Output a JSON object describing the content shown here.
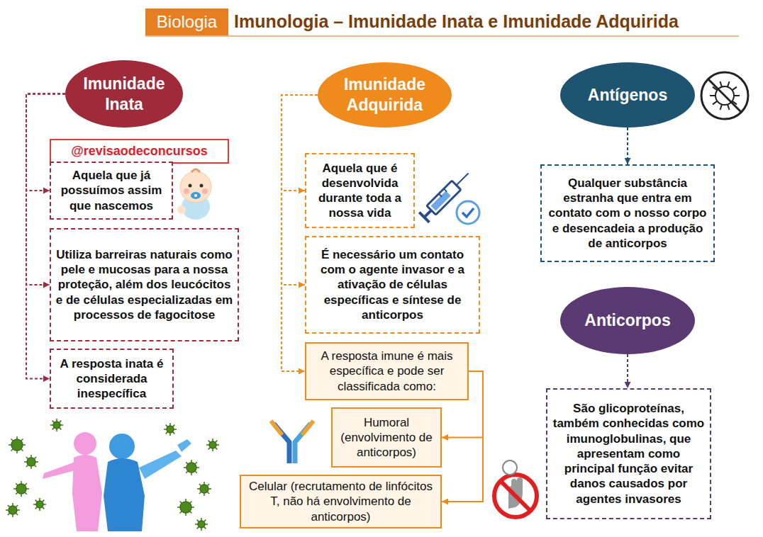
{
  "diagram": {
    "title": "Imunologia – Imunidade Inata e Imunidade Adquirida",
    "nodes": [
      {
        "text": [
          "Biologia"
        ]
      },
      {
        "text": [
          "Imunidade Inata"
        ]
      },
      {
        "text": [
          "@revisaodeconcursos"
        ]
      },
      {
        "text": [
          "Aquela que já possuímos assim que nascemos"
        ]
      },
      {
        "text": [
          "Utiliza barreiras naturais como pele e mucosas para a nossa proteção, além dos leucócitos e de células especializadas em processos de fagocitose"
        ]
      },
      {
        "text": [
          "A resposta inata é considerada inespecífica"
        ]
      },
      {
        "text": [
          "Imunidade Adquirida"
        ]
      },
      {
        "text": [
          "Aquela que é desenvolvida durante toda a nossa vida"
        ]
      },
      {
        "text": [
          "É necessário um contato com o agente invasor e a ativação de células específicas e síntese de anticorpos"
        ]
      },
      {
        "text": [
          "A resposta imune é mais específica e pode ser classificada como:"
        ]
      },
      {
        "text": [
          "Humoral (envolvimento de anticorpos)"
        ]
      },
      {
        "text": [
          "Celular (recrutamento de linfócitos T, não há envolvimento de anticorpos)"
        ]
      },
      {
        "text": [
          "Antígenos"
        ]
      },
      {
        "text": [
          "Qualquer substância estranha que entra em contato com o nosso corpo e desencadeia a produção de anticorpos"
        ]
      },
      {
        "text": [
          "Anticorpos"
        ]
      },
      {
        "text": [
          "São glicoproteínas, também conhecidas como imunoglobulinas, que apresentam como principal função evitar danos causados por agentes invasores"
        ]
      }
    ],
    "edges": [
      {
        "from": 1,
        "to": 3,
        "arrow": "to"
      },
      {
        "from": 1,
        "to": 4,
        "arrow": "to"
      },
      {
        "from": 1,
        "to": 5,
        "arrow": "to"
      },
      {
        "from": 6,
        "to": 7,
        "arrow": "to"
      },
      {
        "from": 6,
        "to": 8,
        "arrow": "to"
      },
      {
        "from": 6,
        "to": 9,
        "arrow": "to"
      },
      {
        "from": 9,
        "to": 10,
        "arrow": "to"
      },
      {
        "from": 9,
        "to": 11,
        "arrow": "to"
      },
      {
        "from": 12,
        "to": 13,
        "arrow": "to"
      },
      {
        "from": 14,
        "to": 15,
        "arrow": "to"
      }
    ]
  }
}
